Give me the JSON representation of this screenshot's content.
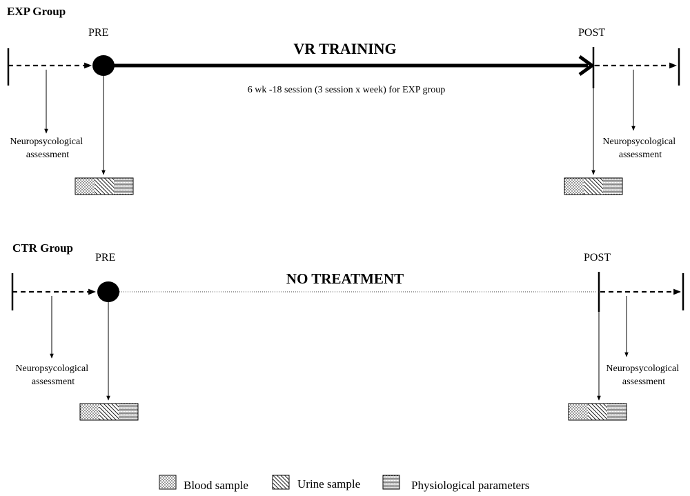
{
  "exp_group": {
    "label": "EXP Group",
    "pre_label": "PRE",
    "post_label": "POST",
    "training_title": "VR TRAINING",
    "training_detail": "6 wk -18 session (3 session x week) for EXP group",
    "pre_assessment": [
      "Neuropsycological",
      "assessment"
    ],
    "post_assessment": [
      "Neuropsycological",
      "assessment"
    ]
  },
  "ctr_group": {
    "label": "CTR Group",
    "pre_label": "PRE",
    "post_label": "POST",
    "treatment_title": "NO TREATMENT",
    "pre_assessment": [
      "Neuropsycological",
      "assessment"
    ],
    "post_assessment": [
      "Neuropsycological",
      "assessment"
    ]
  },
  "legend": {
    "blood": "Blood sample",
    "urine": "Urine sample",
    "physio": "Physiological parameters"
  }
}
